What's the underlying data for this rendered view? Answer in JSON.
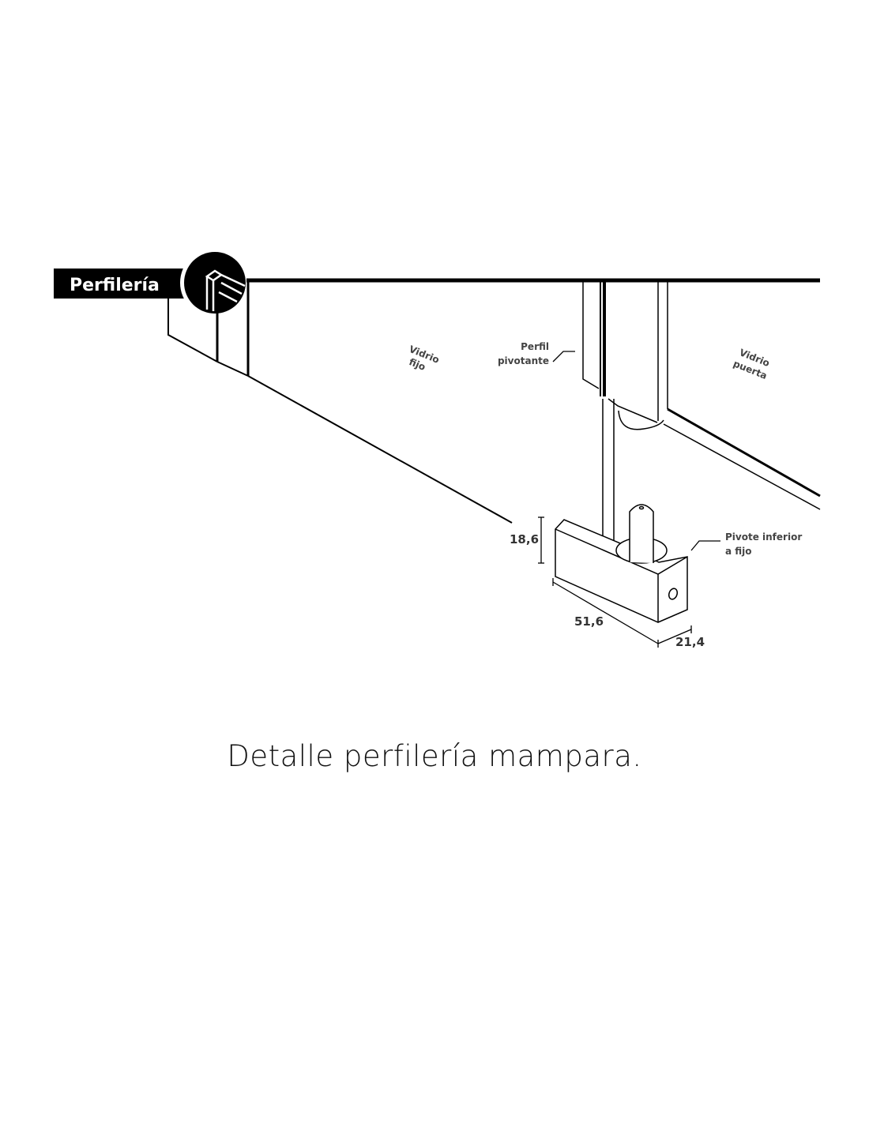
{
  "header": {
    "title": "Perfilería",
    "icon": "profile-section-icon"
  },
  "labels": {
    "vidrio_fijo": [
      "Vidrio",
      "fijo"
    ],
    "perfil_pivotante": [
      "Perfil",
      "pivotante"
    ],
    "vidrio_puerta": [
      "Vidrio",
      "puerta"
    ],
    "pivote_inferior": [
      "Pivote inferior",
      "a fijo"
    ]
  },
  "dimensions": {
    "height": "18,6",
    "length": "51,6",
    "width": "21,4"
  },
  "caption": "Detalle perfilería mampara."
}
